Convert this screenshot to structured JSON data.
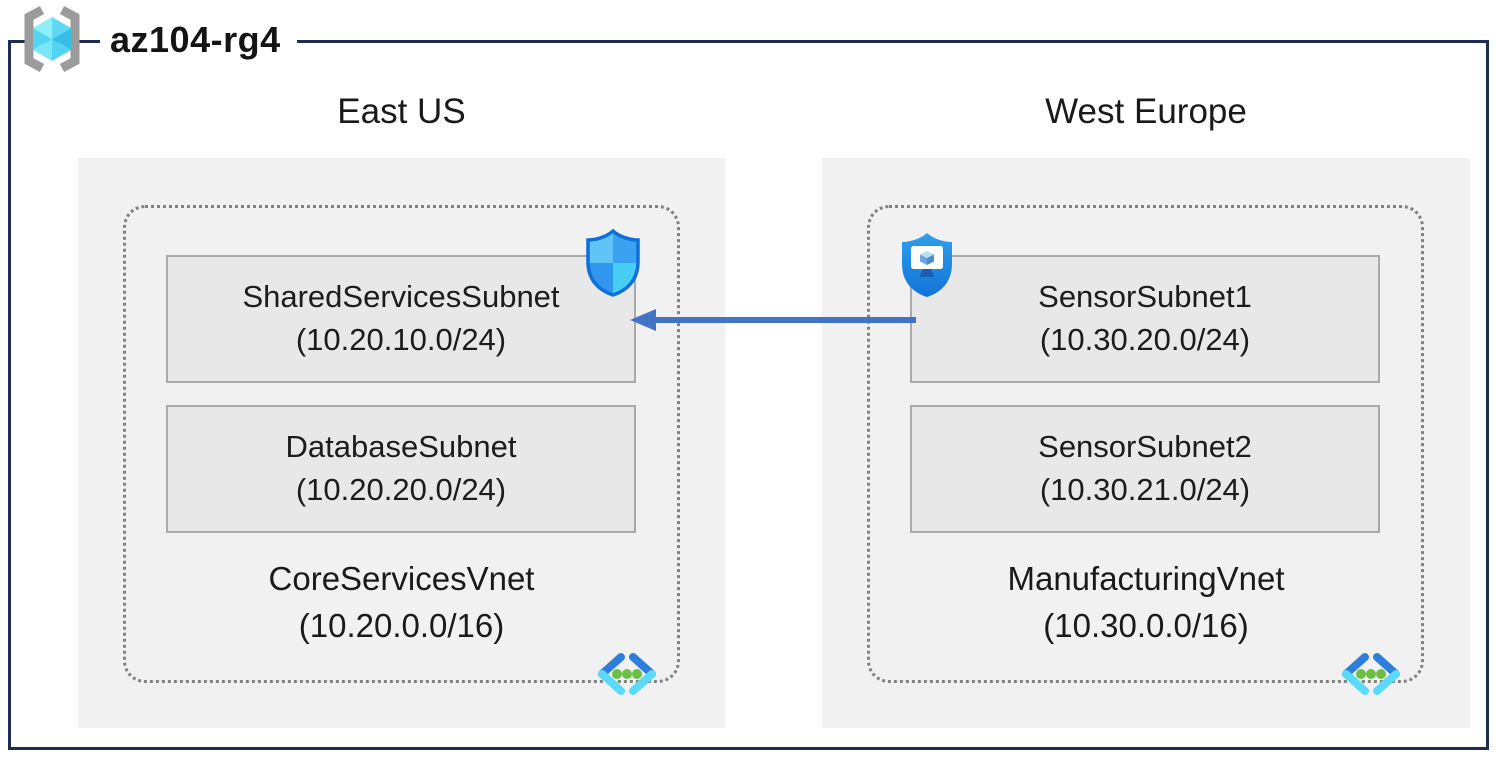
{
  "resource_group": {
    "name": "az104-rg4",
    "icon": "resource-group-icon"
  },
  "regions": [
    {
      "name": "East US",
      "vnet": {
        "name": "CoreServicesVnet",
        "cidr": "(10.20.0.0/16)",
        "icon": "virtual-network-icon",
        "subnets": [
          {
            "name": "SharedServicesSubnet",
            "cidr": "(10.20.10.0/24)",
            "badge": "security-shield-icon"
          },
          {
            "name": "DatabaseSubnet",
            "cidr": "(10.20.20.0/24)",
            "badge": null
          }
        ]
      }
    },
    {
      "name": "West Europe",
      "vnet": {
        "name": "ManufacturingVnet",
        "cidr": "(10.30.0.0/16)",
        "icon": "virtual-network-icon",
        "subnets": [
          {
            "name": "SensorSubnet1",
            "cidr": "(10.30.20.0/24)",
            "badge": "bastion-icon"
          },
          {
            "name": "SensorSubnet2",
            "cidr": "(10.30.21.0/24)",
            "badge": null
          }
        ]
      }
    }
  ],
  "connection": {
    "from": "SensorSubnet1",
    "to": "SharedServicesSubnet",
    "direction": "right-to-left",
    "color": "#4472c4"
  },
  "colors": {
    "outer_border": "#1d2e4e",
    "region_background": "#f1f1f1",
    "subnet_background": "#e8e8e8",
    "subnet_border": "#a9a9a9",
    "vnet_dotted_border": "#818181",
    "arrow": "#4472c4",
    "shield_blue": "#1173d8",
    "vnet_green_dot": "#6cbf45"
  }
}
